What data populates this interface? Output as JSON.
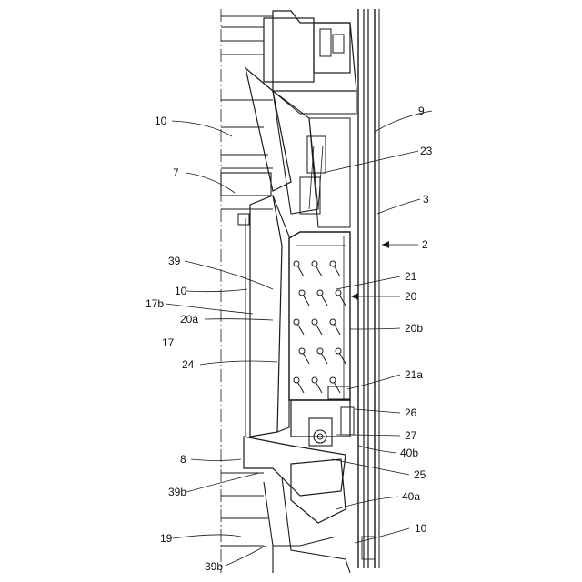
{
  "colors": {
    "line": "#1a1a1a",
    "background": "#ffffff",
    "hatch": "#333333"
  },
  "labels": {
    "l10_top": "10",
    "l9": "9",
    "l23": "23",
    "l7": "7",
    "l3": "3",
    "l2": "2",
    "l39": "39",
    "l21": "21",
    "l10_mid": "10",
    "l17b": "17b",
    "l20": "20",
    "l20a": "20a",
    "l17": "17",
    "l20b": "20b",
    "l24": "24",
    "l21a": "21a",
    "l26": "26",
    "l27": "27",
    "l8": "8",
    "l40b": "40b",
    "l25": "25",
    "l39b_mid": "39b",
    "l40a": "40a",
    "l10_bot": "10",
    "l19": "19",
    "l39b_bot": "39b"
  }
}
